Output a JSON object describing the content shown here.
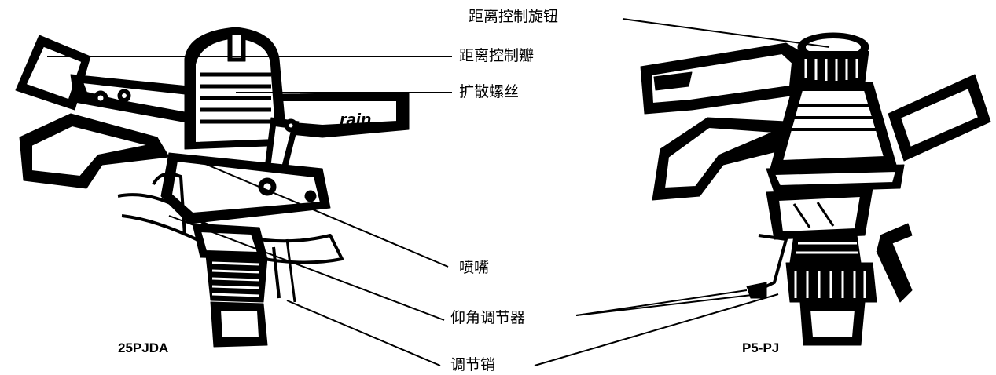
{
  "labels": {
    "distance_knob": "距离控制旋钮",
    "distance_flap": "距离控制瓣",
    "diffuser_screw": "扩散螺丝",
    "nozzle": "喷嘴",
    "trajectory_adjuster": "仰角调节器",
    "adjust_pin": "调节销"
  },
  "models": {
    "left": "25PJDA",
    "right": "P5-PJ"
  },
  "colors": {
    "ink": "#000000",
    "paper": "#ffffff"
  }
}
